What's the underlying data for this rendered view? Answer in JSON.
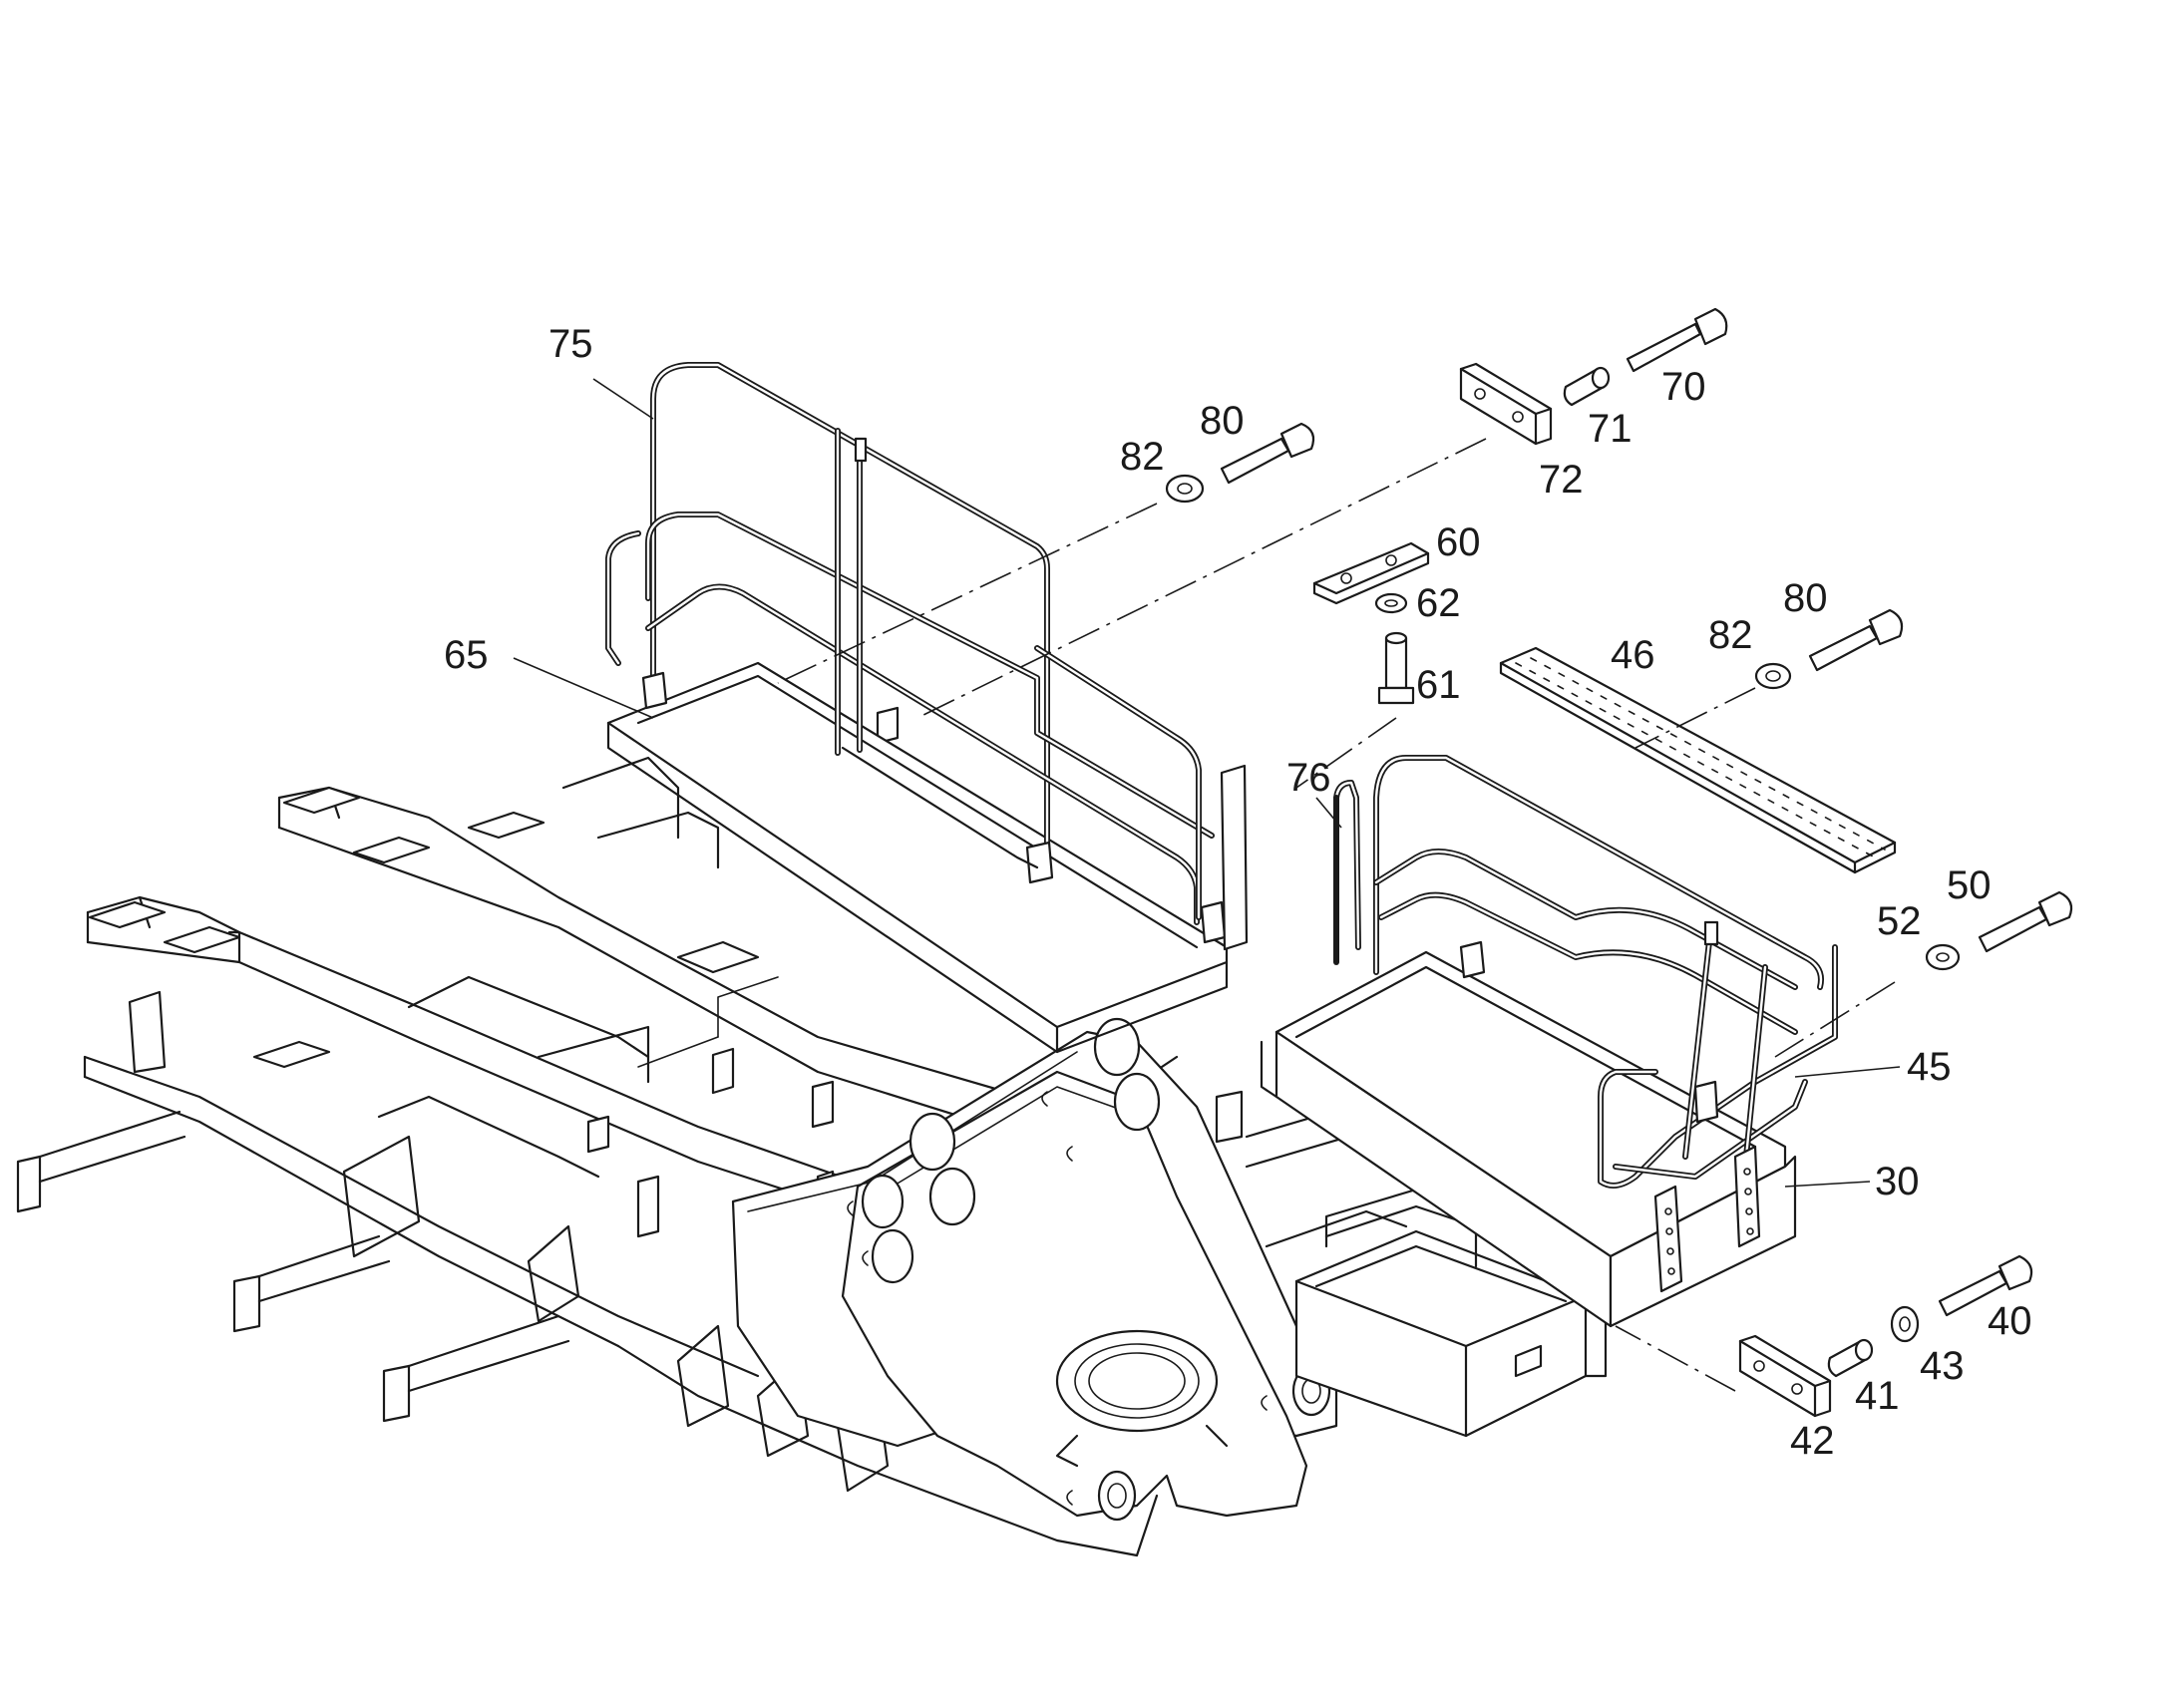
{
  "callouts": [
    {
      "id": "75",
      "text": "75"
    },
    {
      "id": "80a",
      "text": "80"
    },
    {
      "id": "82a",
      "text": "82"
    },
    {
      "id": "72",
      "text": "72"
    },
    {
      "id": "71",
      "text": "71"
    },
    {
      "id": "70",
      "text": "70"
    },
    {
      "id": "60",
      "text": "60"
    },
    {
      "id": "62",
      "text": "62"
    },
    {
      "id": "61",
      "text": "61"
    },
    {
      "id": "65",
      "text": "65"
    },
    {
      "id": "46",
      "text": "46"
    },
    {
      "id": "82b",
      "text": "82"
    },
    {
      "id": "80b",
      "text": "80"
    },
    {
      "id": "76",
      "text": "76"
    },
    {
      "id": "50",
      "text": "50"
    },
    {
      "id": "52",
      "text": "52"
    },
    {
      "id": "45",
      "text": "45"
    },
    {
      "id": "30",
      "text": "30"
    },
    {
      "id": "40",
      "text": "40"
    },
    {
      "id": "43",
      "text": "43"
    },
    {
      "id": "41",
      "text": "41"
    },
    {
      "id": "42",
      "text": "42"
    }
  ]
}
